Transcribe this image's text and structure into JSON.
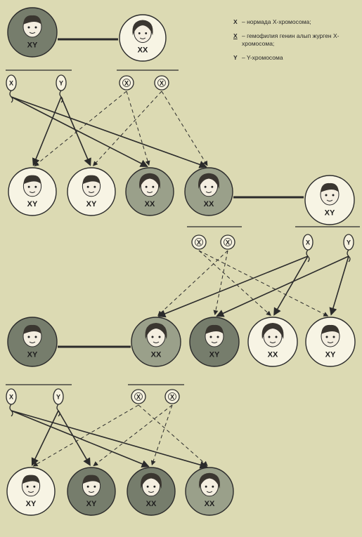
{
  "legend": {
    "normal_symbol": "X",
    "normal_text": "– нормада X-хромосома;",
    "hemophilia_symbol": "X",
    "hemophilia_text": "– гемофилия генин алып журген X-хромосома;",
    "y_symbol": "Y",
    "y_text": "– Y-хромосома"
  },
  "colors": {
    "background": "#dcdab3",
    "unaffected_fill": "#f7f4e4",
    "carrier_fill": "#9aa08a",
    "affected_fill": "#767d6c",
    "stroke": "#2b2b2b"
  },
  "persons": [
    {
      "id": "g1-father",
      "label": "XY",
      "status": "affected",
      "sex": "male"
    },
    {
      "id": "g1-mother",
      "label": "XX",
      "status": "unaffected",
      "sex": "female"
    },
    {
      "id": "g2-son-1",
      "label": "XY",
      "status": "unaffected",
      "sex": "male"
    },
    {
      "id": "g2-son-2",
      "label": "XY",
      "status": "unaffected",
      "sex": "male"
    },
    {
      "id": "g2-daughter-1",
      "label": "XX",
      "status": "carrier",
      "sex": "female"
    },
    {
      "id": "g2-daughter-2",
      "label": "XX",
      "status": "carrier",
      "sex": "female"
    },
    {
      "id": "g2-spouse",
      "label": "XY",
      "status": "unaffected",
      "sex": "male"
    },
    {
      "id": "g3-outside-male",
      "label": "XY",
      "status": "affected",
      "sex": "male"
    },
    {
      "id": "g3-daughter-1",
      "label": "XX",
      "status": "carrier",
      "sex": "female"
    },
    {
      "id": "g3-son-affected",
      "label": "XY",
      "status": "affected",
      "sex": "male"
    },
    {
      "id": "g3-daughter-2",
      "label": "XX",
      "status": "unaffected",
      "sex": "female"
    },
    {
      "id": "g3-son-2",
      "label": "XY",
      "status": "unaffected",
      "sex": "male"
    },
    {
      "id": "g4-son-1",
      "label": "XY",
      "status": "unaffected",
      "sex": "male"
    },
    {
      "id": "g4-son-affected",
      "label": "XY",
      "status": "affected",
      "sex": "male"
    },
    {
      "id": "g4-daughter-affected",
      "label": "XX",
      "status": "affected",
      "sex": "female"
    },
    {
      "id": "g4-daughter-carrier",
      "label": "XX",
      "status": "carrier",
      "sex": "female"
    }
  ],
  "gametes": [
    {
      "id": "g1-sperm-x",
      "type": "sperm",
      "label": "X"
    },
    {
      "id": "g1-sperm-y",
      "type": "sperm",
      "label": "Y"
    },
    {
      "id": "g1-egg-1",
      "type": "egg",
      "label": "X"
    },
    {
      "id": "g1-egg-2",
      "type": "egg",
      "label": "X"
    },
    {
      "id": "g2-egg-1",
      "type": "egg",
      "label": "X"
    },
    {
      "id": "g2-egg-2",
      "type": "egg",
      "label": "X"
    },
    {
      "id": "g2-sperm-x",
      "type": "sperm",
      "label": "X"
    },
    {
      "id": "g2-sperm-y",
      "type": "sperm",
      "label": "Y"
    },
    {
      "id": "g3-sperm-x",
      "type": "sperm",
      "label": "X"
    },
    {
      "id": "g3-sperm-y",
      "type": "sperm",
      "label": "Y"
    },
    {
      "id": "g3-egg-1",
      "type": "egg",
      "label": "X"
    },
    {
      "id": "g3-egg-2",
      "type": "egg",
      "label": "X"
    }
  ]
}
